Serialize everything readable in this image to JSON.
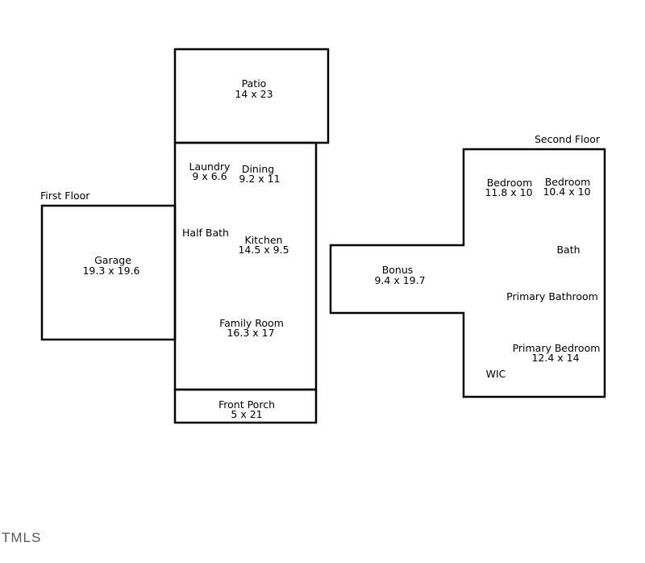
{
  "first_floor": {
    "label": "First Floor",
    "rooms": {
      "patio": {
        "name": "Patio",
        "size": "14 x 23"
      },
      "laundry": {
        "name": "Laundry",
        "size": "9 x 6.6"
      },
      "dining": {
        "name": "Dining",
        "size": "9.2 x 11"
      },
      "half_bath": {
        "name": "Half Bath"
      },
      "kitchen": {
        "name": "Kitchen",
        "size": "14.5 x 9.5"
      },
      "family_room": {
        "name": "Family Room",
        "size": "16.3 x 17"
      },
      "front_porch": {
        "name": "Front Porch",
        "size": "5 x 21"
      },
      "garage": {
        "name": "Garage",
        "size": "19.3 x 19.6"
      }
    }
  },
  "second_floor": {
    "label": "Second Floor",
    "rooms": {
      "bedroom_1": {
        "name": "Bedroom",
        "size": "11.8 x 10"
      },
      "bedroom_2": {
        "name": "Bedroom",
        "size": "10.4 x 10"
      },
      "bath": {
        "name": "Bath"
      },
      "bonus": {
        "name": "Bonus",
        "size": "9.4 x 19.7"
      },
      "primary_bathroom": {
        "name": "Primary Bathroom"
      },
      "primary_bedroom": {
        "name": "Primary Bedroom",
        "size": "12.4 x 14"
      },
      "wic": {
        "name": "WIC"
      }
    }
  },
  "watermark": "TMLS"
}
